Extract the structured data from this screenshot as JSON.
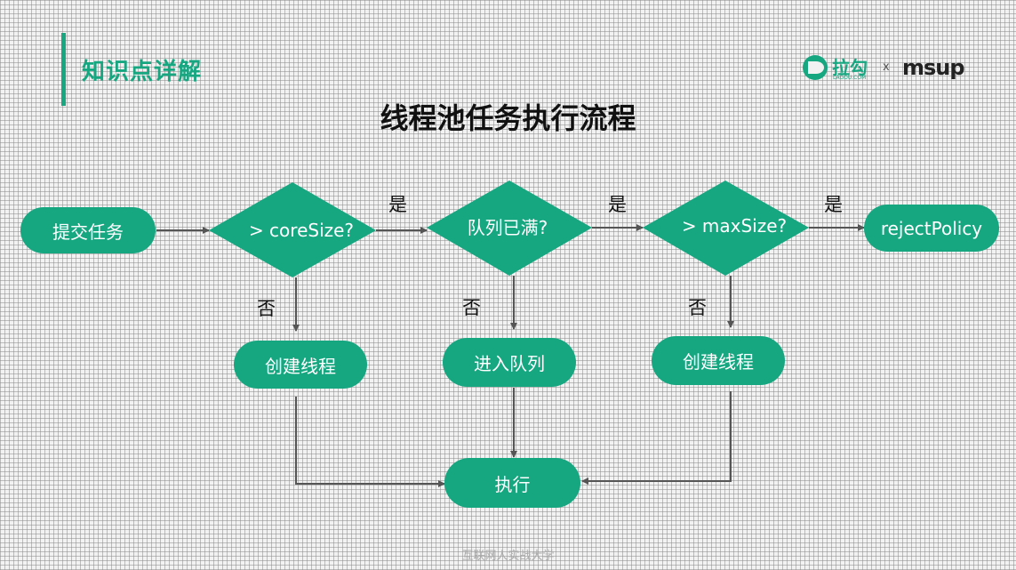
{
  "header": {
    "section_title": "知识点详解",
    "main_title": "线程池任务执行流程"
  },
  "logo": {
    "lagou": "拉勾",
    "lagou_sub": "LAGOU.COM",
    "x": "x",
    "msup": "msup"
  },
  "nodes": {
    "submit": "提交任务",
    "core_check": "> coreSize?",
    "queue_check": "队列已满?",
    "max_check": "> maxSize?",
    "reject": "rejectPolicy",
    "create_thread_1": "创建线程",
    "enqueue": "进入队列",
    "create_thread_2": "创建线程",
    "execute": "执行"
  },
  "edge_labels": {
    "yes": "是",
    "no": "否"
  },
  "footer": "互联网人实战大学",
  "colors": {
    "accent": "#16a781",
    "arrow": "#555555"
  }
}
